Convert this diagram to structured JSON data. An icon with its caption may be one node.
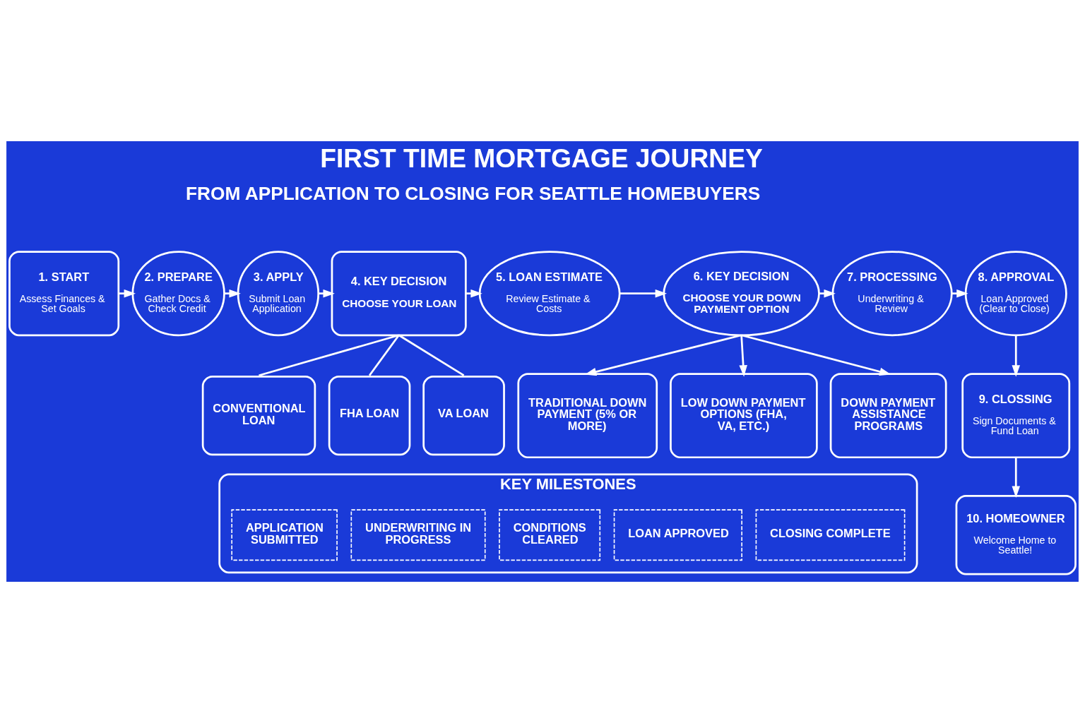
{
  "diagram": {
    "title": "FIRST TIME MORTGAGE JOURNEY",
    "nodes": [
      {
        "text": [
          "1. START",
          "Assess Finances & Set Goals"
        ]
      },
      {
        "text": [
          "2. PREPARE",
          "Gather Docs & Check Credit"
        ]
      },
      {
        "text": [
          "3. APPLY",
          "Submit Loan Application"
        ]
      },
      {
        "text": [
          "4. KEY DECISION",
          "CHOOSE YOUR LOAN"
        ]
      },
      {
        "text": [
          "5. LOAN ESTIMATE",
          "Review Estimate & Costs"
        ]
      },
      {
        "text": [
          "6. KEY DECISION",
          "CHOOSE YOUR DOWN PAYMENT OPTION"
        ]
      },
      {
        "text": [
          "7. PROCESSING",
          "Underwriting & Review"
        ]
      },
      {
        "text": [
          "8. APPROVAL",
          "Loan Approved (Clear to Close)"
        ]
      },
      {
        "text": [
          "CONVENTIONAL LOAN"
        ]
      },
      {
        "text": [
          "FHA LOAN"
        ]
      },
      {
        "text": [
          "VA LOAN"
        ]
      },
      {
        "text": [
          "TRADITIONAL DOWN PAYMENT (5% OR MORE)"
        ]
      },
      {
        "text": [
          "LOW DOWN PAYMENT OPTIONS (FHA, VA, ETC.)"
        ]
      },
      {
        "text": [
          "DOWN PAYMENT ASSISTANCE PROGRAMS"
        ]
      },
      {
        "text": [
          "9. CLOSSING",
          "Sign Documents & Fund Loan"
        ]
      },
      {
        "text": [
          "10. HOMEOWNER",
          "Welcome Home to Seattle!"
        ]
      },
      {
        "text": [
          "KEY MILESTONES"
        ]
      },
      {
        "text": [
          "APPLICATION SUBMITTED"
        ],
        "in": 16
      },
      {
        "text": [
          "UNDERWRITING IN PROGRESS"
        ],
        "in": 16
      },
      {
        "text": [
          "CONDITIONS CLEARED"
        ],
        "in": 16
      },
      {
        "text": [
          "LOAN APPROVED"
        ],
        "in": 16
      },
      {
        "text": [
          "CLOSING COMPLETE"
        ],
        "in": 16
      }
    ],
    "edges": [
      {
        "from": 0,
        "to": 1,
        "arrow": "to"
      },
      {
        "from": 1,
        "to": 2,
        "arrow": "to"
      },
      {
        "from": 2,
        "to": 3,
        "arrow": "to"
      },
      {
        "from": 3,
        "to": 4,
        "arrow": "to"
      },
      {
        "from": 4,
        "to": 5,
        "arrow": "to"
      },
      {
        "from": 5,
        "to": 6,
        "arrow": "to"
      },
      {
        "from": 6,
        "to": 7,
        "arrow": "to"
      },
      {
        "from": 3,
        "to": 8,
        "arrow": "none"
      },
      {
        "from": 3,
        "to": 9,
        "arrow": "none"
      },
      {
        "from": 3,
        "to": 10,
        "arrow": "none"
      },
      {
        "from": 5,
        "to": 11,
        "arrow": "to"
      },
      {
        "from": 5,
        "to": 12,
        "arrow": "to"
      },
      {
        "from": 5,
        "to": 13,
        "arrow": "to"
      },
      {
        "from": 7,
        "to": 14,
        "arrow": "to"
      },
      {
        "from": 14,
        "to": 15,
        "arrow": "to"
      }
    ],
    "labels": [
      "FROM APPLICATION TO CLOSING FOR SEATTLE HOMEBUYERS"
    ]
  }
}
